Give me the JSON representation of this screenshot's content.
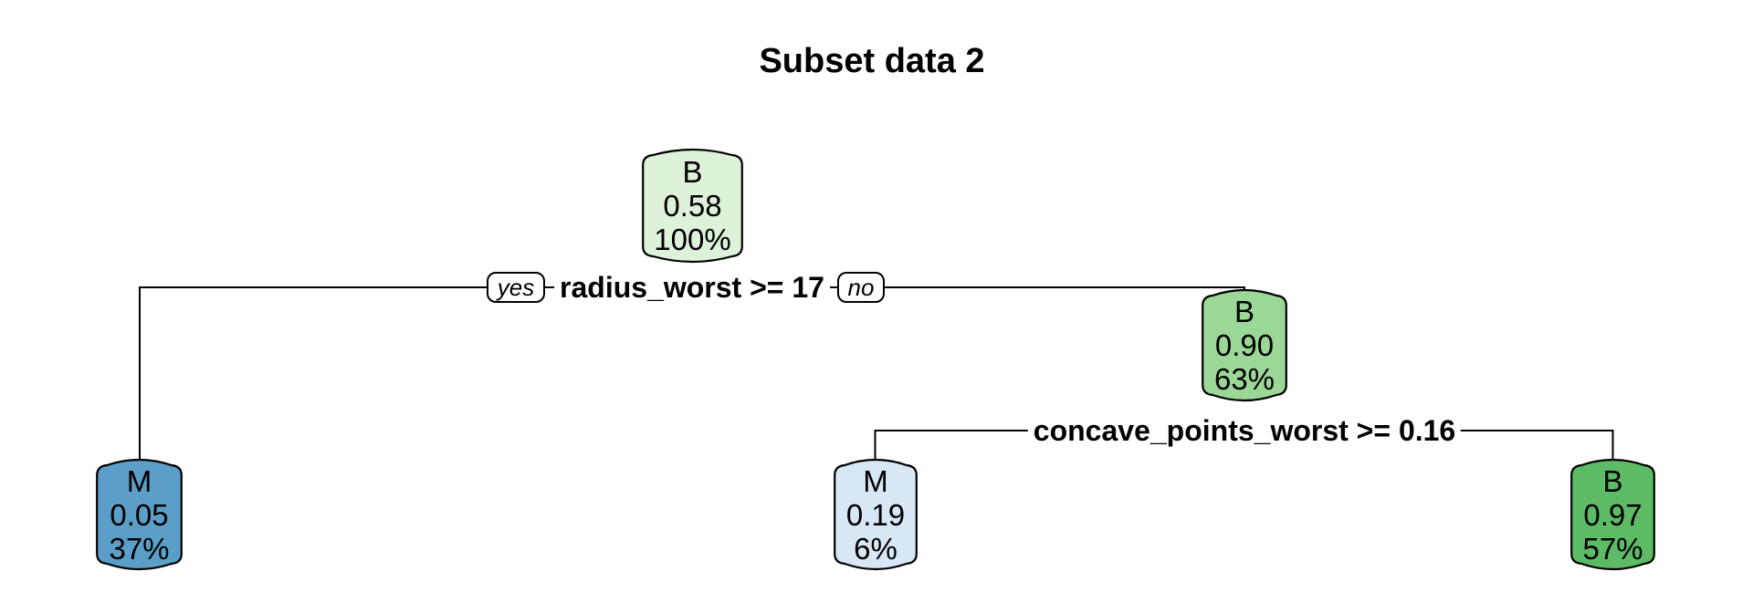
{
  "title": "Subset data 2",
  "nodes": [
    {
      "kind": "root",
      "class_label": "B",
      "prob": "0.58",
      "pct": "100%",
      "fill": "#ddf2d8"
    },
    {
      "kind": "leaf",
      "class_label": "M",
      "prob": "0.05",
      "pct": "37%",
      "fill": "#5b9fc9"
    },
    {
      "kind": "internal",
      "class_label": "B",
      "prob": "0.90",
      "pct": "63%",
      "fill": "#9bd897"
    },
    {
      "kind": "leaf",
      "class_label": "M",
      "prob": "0.19",
      "pct": "6%",
      "fill": "#d8e7f5"
    },
    {
      "kind": "leaf",
      "class_label": "B",
      "prob": "0.97",
      "pct": "57%",
      "fill": "#5cbb64"
    }
  ],
  "splits": [
    {
      "condition": "radius_worst >= 17",
      "yes_label": "yes",
      "no_label": "no"
    },
    {
      "condition": "concave_points_worst >= 0.16"
    }
  ],
  "colors": {
    "background": "#ffffff",
    "branch_line": "#000000",
    "node_border": "#000000",
    "text": "#000000"
  }
}
